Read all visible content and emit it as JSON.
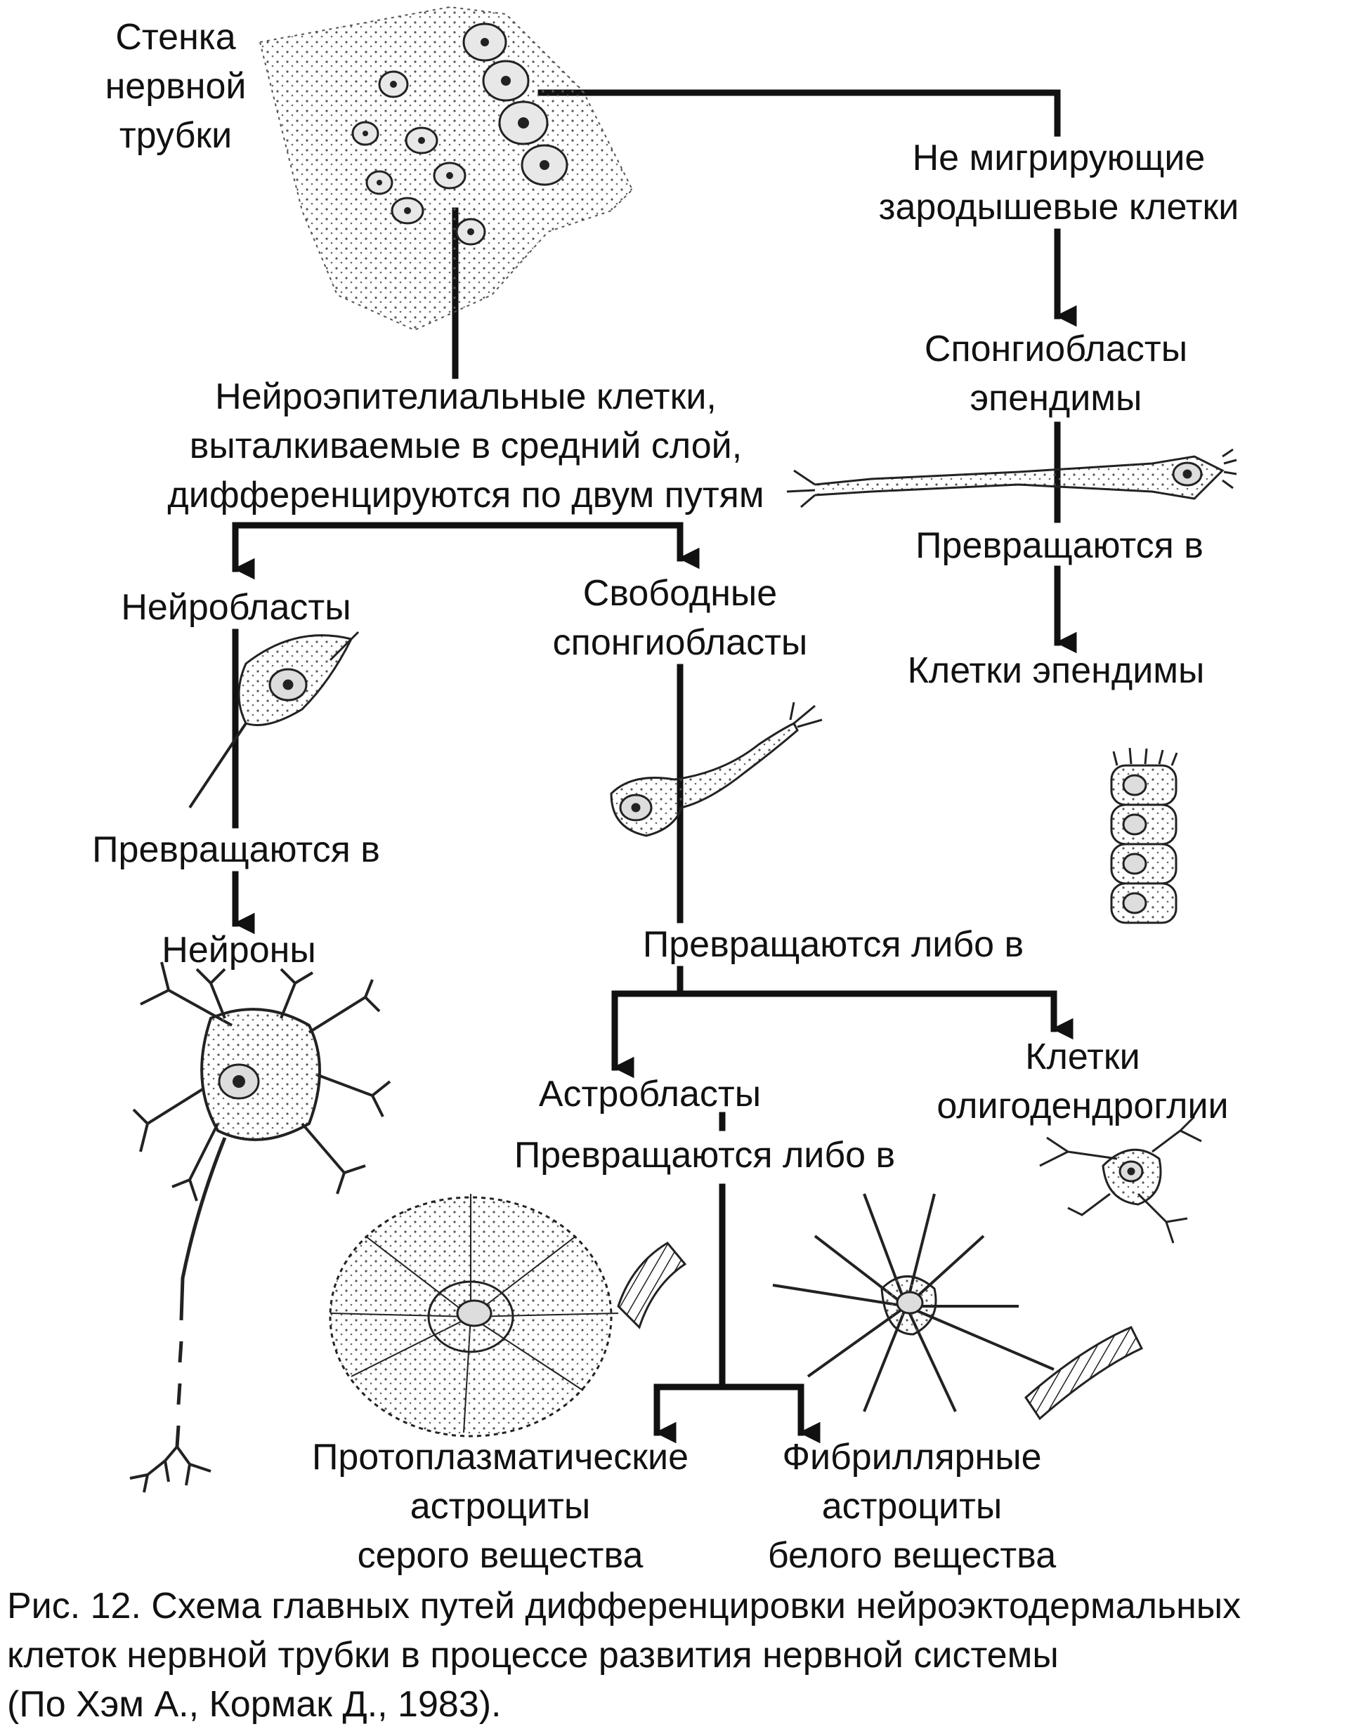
{
  "labels": {
    "tube_wall": [
      "Стенка",
      "нервной",
      "трубки"
    ],
    "nonmigrating": [
      "Не мигрирующие",
      "зародышевые клетки"
    ],
    "spongioblasts_ependyma": [
      "Спонгиобласты",
      "эпендимы"
    ],
    "neuroepithelial": [
      "Нейроэпителиальные клетки,",
      "выталкиваемые в средний слой,",
      "дифференцируются по двум путям"
    ],
    "turn_into_ependyma": "Превращаются в",
    "ependyma_cells": "Клетки эпендимы",
    "neuroblasts": "Нейробласты",
    "free_spongioblasts": [
      "Свободные",
      "спонгиобласты"
    ],
    "turn_into_neuron": "Превращаются в",
    "neurons": "Нейроны",
    "turn_either_1": "Превращаются либо в",
    "astroblasts": "Астробласты",
    "oligodendroglia": [
      "Клетки",
      "олигодендроглии"
    ],
    "turn_either_2": "Превращаются либо в",
    "protoplasmic": [
      "Протоплазматические",
      "астроциты",
      "серого вещества"
    ],
    "fibrillar": [
      "Фибриллярные",
      "астроциты",
      "белого вещества"
    ]
  },
  "caption": [
    "Рис. 12. Схема главных путей дифференцировки нейроэктодермальных",
    "клеток нервной трубки в процессе развития нервной системы",
    "(По Хэм А., Кормак Д., 1983)."
  ]
}
